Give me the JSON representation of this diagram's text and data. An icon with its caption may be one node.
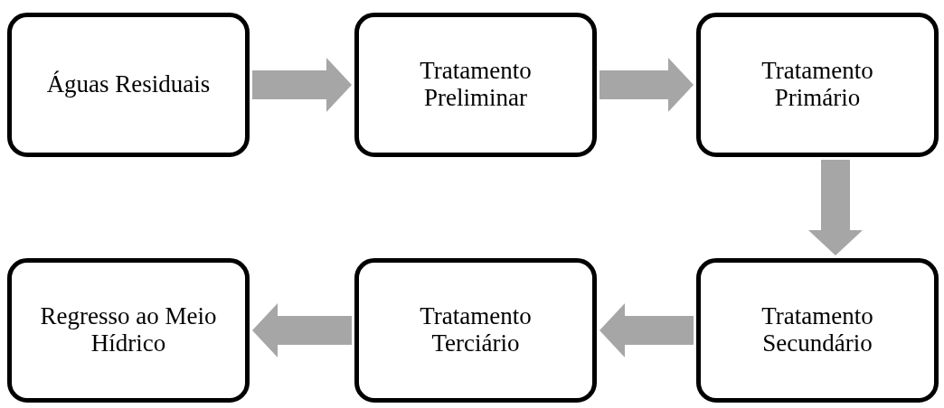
{
  "diagram": {
    "nodes": [
      {
        "text": [
          "Águas Residuais"
        ]
      },
      {
        "text": [
          "Tratamento Preliminar"
        ]
      },
      {
        "text": [
          "Tratamento Primário"
        ]
      },
      {
        "text": [
          "Tratamento Secundário"
        ]
      },
      {
        "text": [
          "Tratamento Terciário"
        ]
      },
      {
        "text": [
          "Regresso ao Meio Hídrico"
        ]
      }
    ],
    "edges": [
      {
        "from": 0,
        "to": 1,
        "arrow": "to"
      },
      {
        "from": 1,
        "to": 2,
        "arrow": "to"
      },
      {
        "from": 2,
        "to": 3,
        "arrow": "to"
      },
      {
        "from": 3,
        "to": 4,
        "arrow": "to"
      },
      {
        "from": 4,
        "to": 5,
        "arrow": "to"
      }
    ]
  }
}
